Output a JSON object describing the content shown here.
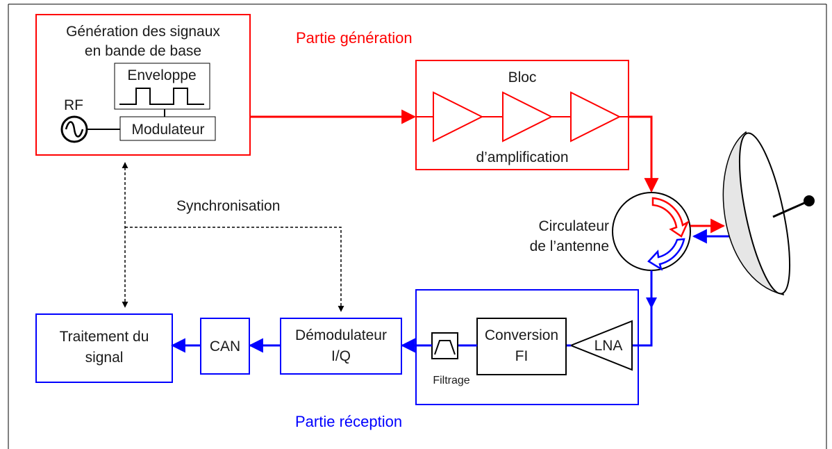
{
  "colors": {
    "generation": "#ff0000",
    "reception": "#0000ff",
    "stroke": "#000000"
  },
  "generation": {
    "section_label": "Partie génération",
    "baseband_title_line1": "Génération des signaux",
    "baseband_title_line2": "en bande de base",
    "envelope_label": "Enveloppe",
    "rf_label": "RF",
    "modulator_label": "Modulateur",
    "amplifier_label_top": "Bloc",
    "amplifier_label_bottom": "d’amplification"
  },
  "antenna": {
    "circulator_line1": "Circulateur",
    "circulator_line2": "de l’antenne",
    "dish_icon": "parabolic-antenna-icon"
  },
  "synchronisation_label": "Synchronisation",
  "reception": {
    "section_label": "Partie réception",
    "lna_label": "LNA",
    "conversion_line1": "Conversion",
    "conversion_line2": "FI",
    "filter_label": "Filtrage",
    "filter_icon": "bandpass-filter-icon",
    "demodulator_line1": "Démodulateur",
    "demodulator_line2": "I/Q",
    "adc_label": "CAN",
    "processing_line1": "Traitement du",
    "processing_line2": "signal"
  }
}
